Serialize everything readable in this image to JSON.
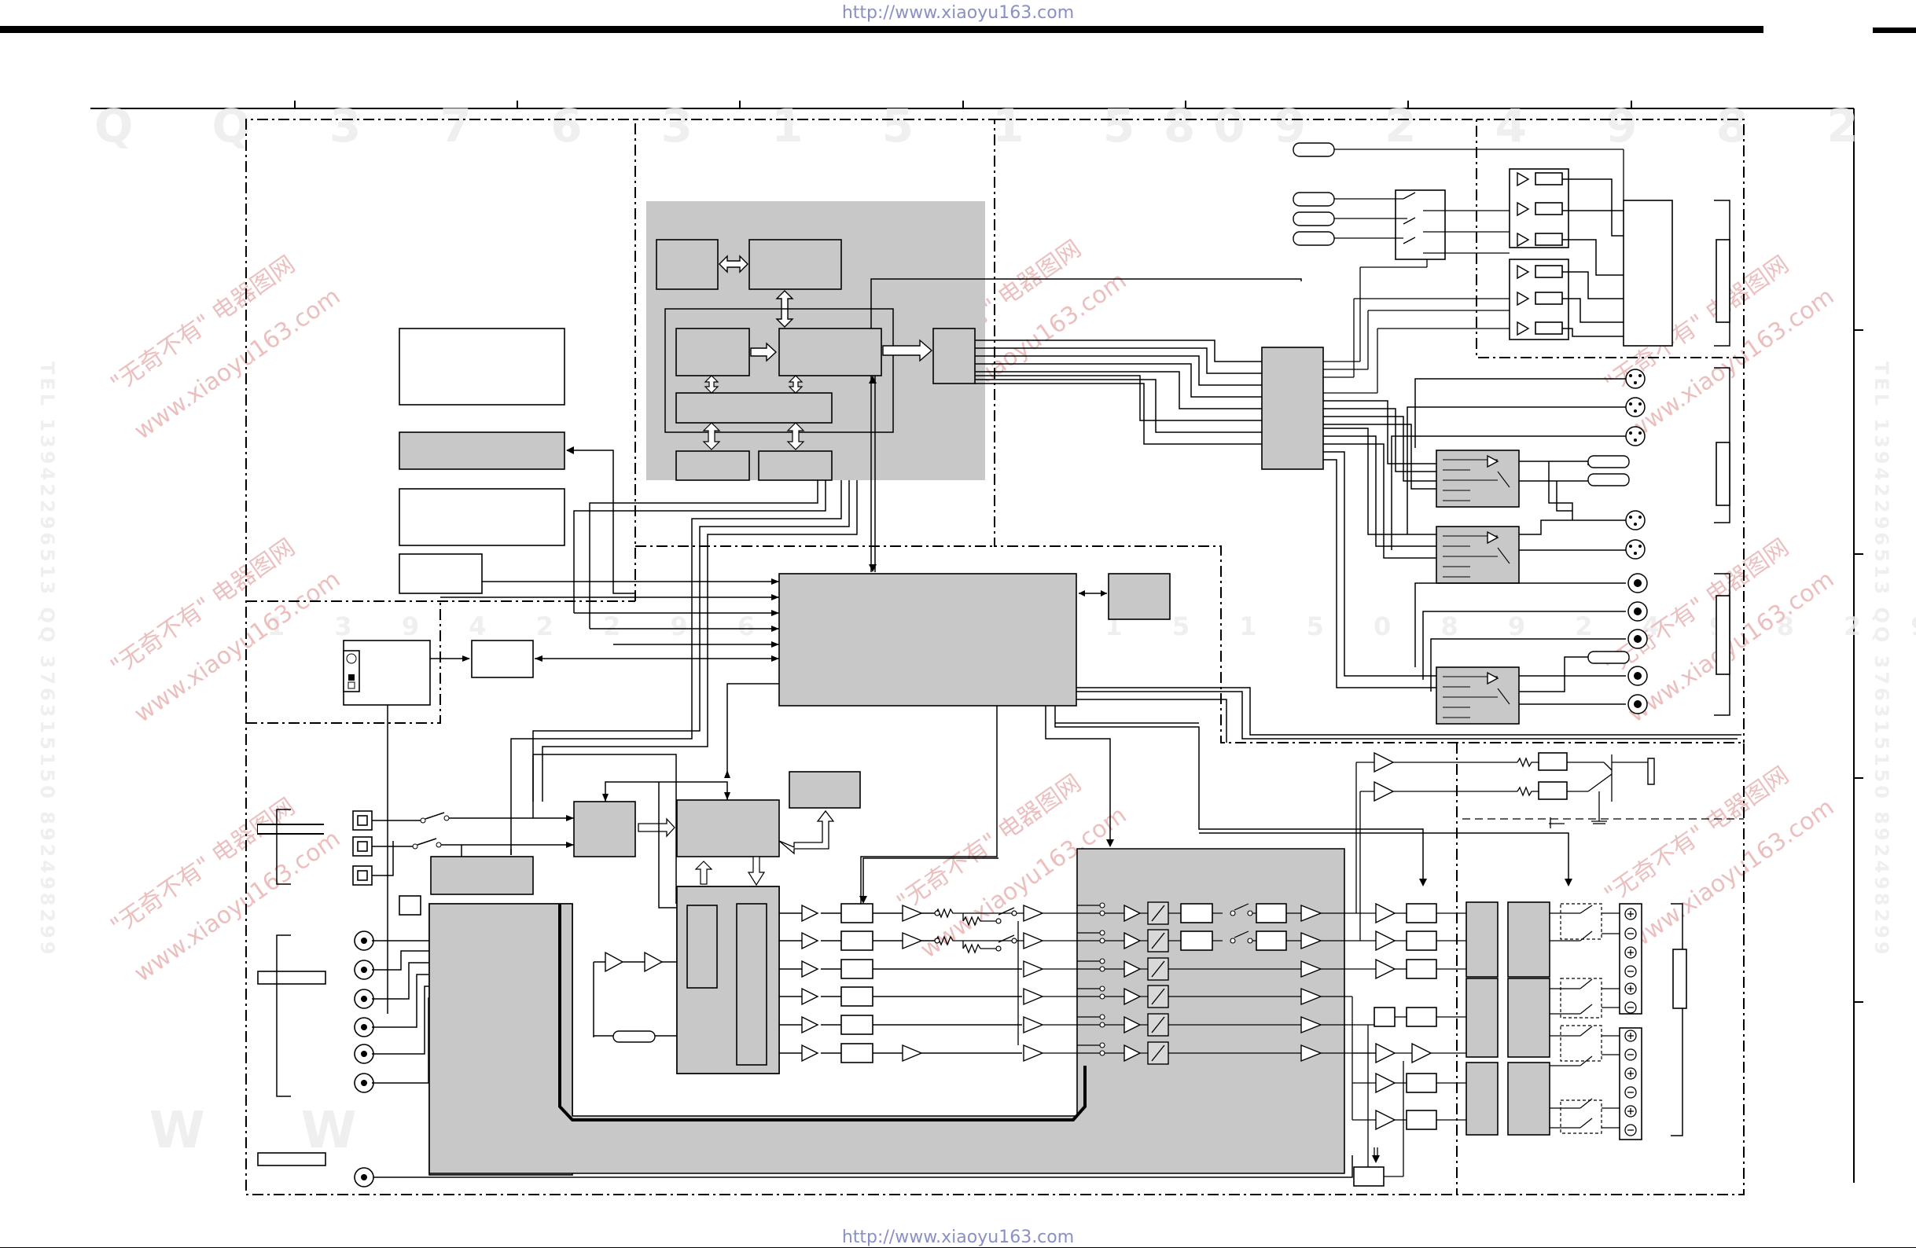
{
  "page": {
    "url_top": "http://www.xiaoyu163.com",
    "url_bottom": "http://www.xiaoyu163.com"
  },
  "watermark": {
    "chinese": "\"无奇不有\" 电器图网",
    "site": "www.xiaoyu163.com",
    "side_text": "TEL 13942296513  QQ 376315150  892498299",
    "code_rows": [
      "Q Q 3 7 6 3 1 5 1 5 0",
      "8 9 2 4 9 8 2 9 9",
      "1 3 9 4 2 2 9 6 5 1 3",
      "1 5 0",
      "W W W"
    ]
  },
  "colors": {
    "watermark_red": "#e9b4b4",
    "block_fill": "#c8c8c8",
    "url_color": "#8a8fc6"
  },
  "diagram": {
    "type": "block diagram (circuit schematic)",
    "labels": []
  }
}
